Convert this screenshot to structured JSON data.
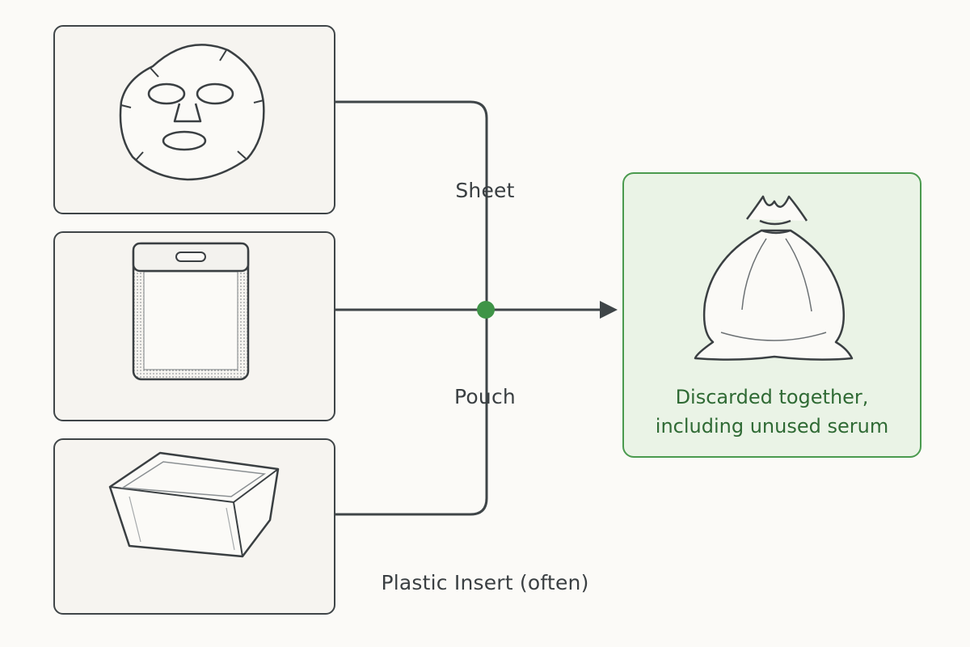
{
  "inputs": [
    {
      "label": "Sheet",
      "icon": "face-mask-sheet-icon"
    },
    {
      "label": "Pouch",
      "icon": "pouch-icon"
    },
    {
      "label": "Plastic Insert (often)",
      "icon": "plastic-tray-icon"
    }
  ],
  "outcome": {
    "icon": "trash-bag-icon",
    "line1": "Discarded together,",
    "line2": "including unused serum"
  },
  "colors": {
    "connector": "#3f4548",
    "junction": "#3f9447",
    "outcome_border": "#4a9a4e",
    "outcome_fill": "#eaf3e6",
    "outcome_text": "#2f6a34"
  }
}
